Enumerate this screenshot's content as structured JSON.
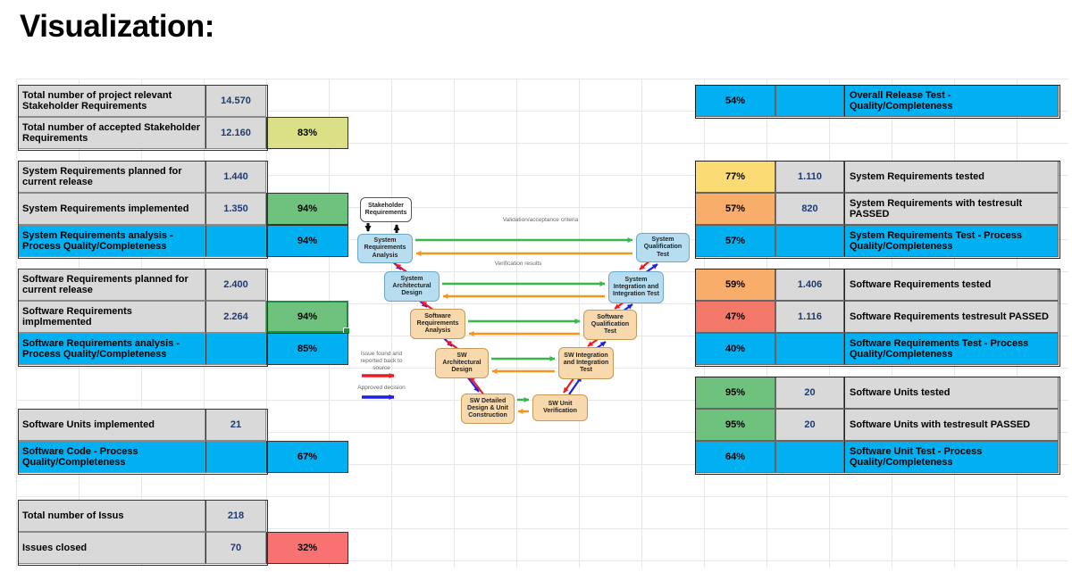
{
  "title": "Visualization:",
  "colors": {
    "status_blue": "#00b0f0",
    "status_green": "#6fc27e",
    "status_yellow_green": "#dbdf85",
    "status_yellow": "#fbdc74",
    "status_orange": "#f9ad6b",
    "status_salmon": "#f4796b",
    "status_red": "#f97272",
    "cell_gray": "#d9d9d9",
    "value_text": "#1f3a70",
    "arrow_green": "#39b54a",
    "arrow_orange": "#f7941d",
    "arrow_red": "#ed1c24",
    "arrow_blue": "#1f1fe8"
  },
  "left": {
    "rows": [
      {
        "label": "Total number of project relevant Stakeholder Requirements",
        "value": "14.570",
        "pct": ""
      },
      {
        "label": "Total number of accepted Stakeholder Requirements",
        "value": "12.160",
        "pct": "83%"
      },
      {
        "label": "System Requirements planned for current release",
        "value": "1.440",
        "pct": ""
      },
      {
        "label": "System Requirements implemented",
        "value": "1.350",
        "pct": "94%"
      },
      {
        "label": "System Requirements analysis - Process Quality/Completeness",
        "value": "",
        "pct": "94%"
      },
      {
        "label": "Software Requirements planned for current release",
        "value": "2.400",
        "pct": ""
      },
      {
        "label": "Software Requirements implmemented",
        "value": "2.264",
        "pct": "94%"
      },
      {
        "label": "Software Requirements analysis - Process Quality/Completeness",
        "value": "",
        "pct": "85%"
      },
      {
        "label": "Software Units implemented",
        "value": "21",
        "pct": ""
      },
      {
        "label": "Software Code - Process Quality/Completeness",
        "value": "",
        "pct": "67%"
      },
      {
        "label": "Total number of Issus",
        "value": "218",
        "pct": ""
      },
      {
        "label": "Issues closed",
        "value": "70",
        "pct": "32%"
      }
    ]
  },
  "right": {
    "rows": [
      {
        "pct": "54%",
        "value": "",
        "label": "Overall Release Test - Quality/Completeness"
      },
      {
        "pct": "77%",
        "value": "1.110",
        "label": "System Requirements tested"
      },
      {
        "pct": "57%",
        "value": "820",
        "label": "System Requirements with testresult PASSED"
      },
      {
        "pct": "57%",
        "value": "",
        "label": "System Requirements Test - Process Quality/Completeness"
      },
      {
        "pct": "59%",
        "value": "1.406",
        "label": "Software Requirements tested"
      },
      {
        "pct": "47%",
        "value": "1.116",
        "label": "Software Requirements testresult PASSED"
      },
      {
        "pct": "40%",
        "value": "",
        "label": "Software Requirements Test - Process Quality/Completeness"
      },
      {
        "pct": "95%",
        "value": "20",
        "label": "Software Units tested"
      },
      {
        "pct": "95%",
        "value": "20",
        "label": "Software Units with testresult PASSED"
      },
      {
        "pct": "64%",
        "value": "",
        "label": "Software Unit Test - Process Quality/Completeness"
      }
    ]
  },
  "diagram": {
    "boxes": [
      {
        "label": "Stakeholder Requirements"
      },
      {
        "label": "System Requirements Analysis"
      },
      {
        "label": "System Architectural Design"
      },
      {
        "label": "Software Requirements Analysis"
      },
      {
        "label": "SW Architectural Design"
      },
      {
        "label": "SW Detailed Design & Unit Construction"
      },
      {
        "label": "SW Unit Verification"
      },
      {
        "label": "SW Integration and Integration Test"
      },
      {
        "label": "Software Qualification Test"
      },
      {
        "label": "System Integration and Integration Test"
      },
      {
        "label": "System Qualification Test"
      }
    ],
    "annotations": {
      "validation": "Validation/acceptance criteria",
      "verification": "Verification results",
      "legend_red": "Issue found and reported back to source",
      "legend_blue": "Approved decision"
    }
  }
}
